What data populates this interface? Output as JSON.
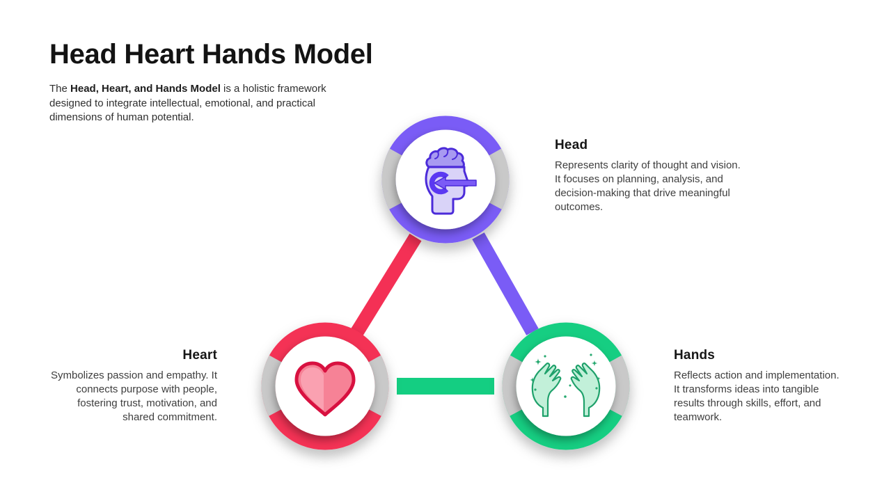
{
  "slide": {
    "title": "Head Heart Hands Model",
    "background": "#FFFFFF"
  },
  "intro": {
    "prefix": "The ",
    "bold": "Head, Heart, and Hands Model",
    "rest": " is a holistic framework designed to integrate intellectual, emotional, and practical dimensions of human potential."
  },
  "nodes": {
    "head": {
      "label": "Head",
      "description": "Represents clarity of thought and vision. It focuses on planning, analysis, and decision-making that drive meaningful outcomes.",
      "ring_color": "#7A5CF6",
      "icon": "head-brain-icon"
    },
    "heart": {
      "label": "Heart",
      "description": "Symbolizes passion and empathy. It connects purpose with people, fostering trust, motivation, and shared commitment.",
      "ring_color": "#F43055",
      "icon": "heart-icon"
    },
    "hands": {
      "label": "Hands",
      "description": "Reflects action and implementation. It transforms ideas into tangible results through skills, effort, and teamwork.",
      "ring_color": "#14CE82",
      "icon": "hands-icon"
    }
  },
  "connectors": {
    "head_heart": {
      "color": "#F43055"
    },
    "head_hands": {
      "color": "#7A5CF6"
    },
    "heart_hands": {
      "color": "#14CE82"
    }
  },
  "colors": {
    "ring_gray": "#C9C9C9",
    "head_icon_outline": "#4B2BD9",
    "head_icon_fill": "#D9D3F8",
    "heart_icon_outline": "#D81140",
    "heart_icon_fill": "#F68296",
    "hands_icon_outline": "#1FA16B",
    "hands_icon_fill": "#C2F0D9"
  }
}
